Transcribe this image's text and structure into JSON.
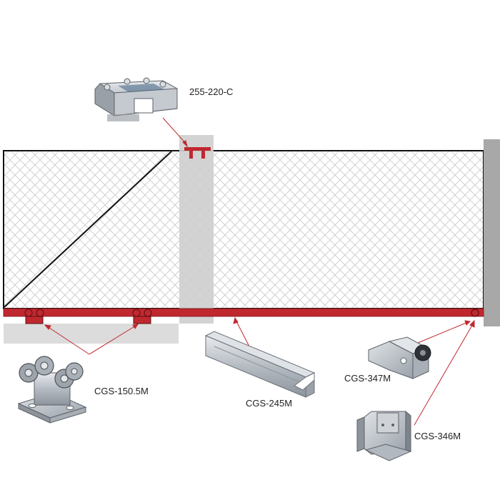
{
  "labels": {
    "top_guide": "255-220-C",
    "carriage": "CGS-150.5M",
    "track": "CGS-245M",
    "end_roller": "CGS-347M",
    "end_catcher": "CGS-346M"
  },
  "colors": {
    "track_red": "#c0282f",
    "post_gray": "#cfcfcf",
    "wall_gray": "#a8a8a8",
    "ground_gray": "#dcdcdc",
    "mesh": "#c8c8c8",
    "metal": "#b9bec4"
  }
}
